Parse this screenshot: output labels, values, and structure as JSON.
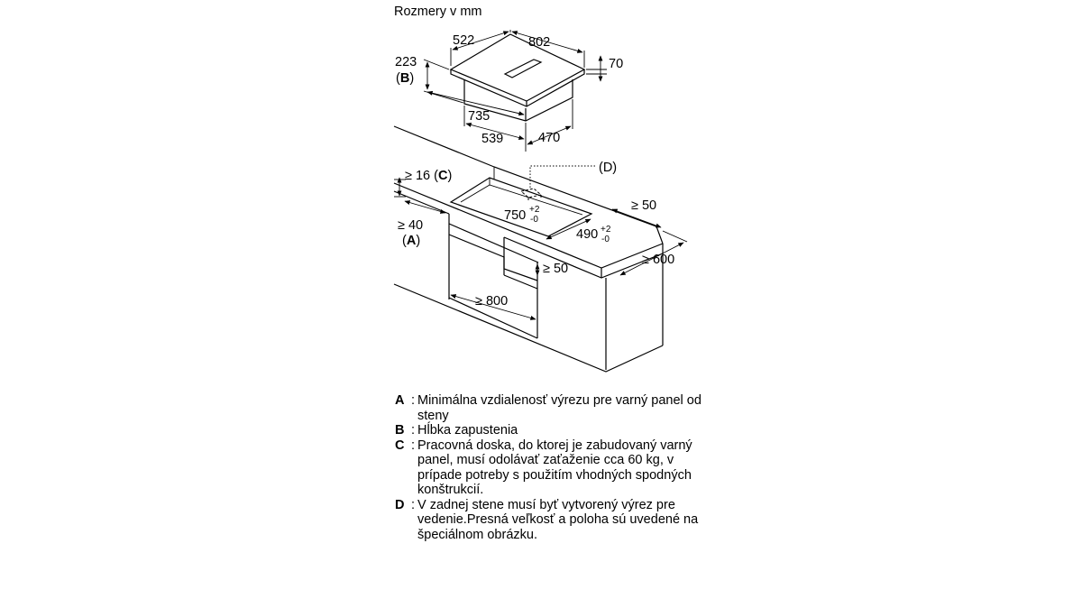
{
  "diagram": {
    "title": "Rozmery v mm",
    "hob": {
      "width": "802",
      "depth": "522",
      "height": "70",
      "recess": "223",
      "recess_ref": "B",
      "body_width": "735",
      "body_depth_front": "539",
      "body_depth_side": "470"
    },
    "cutout": {
      "worktop_thickness": "≥ 16",
      "worktop_ref": "C",
      "wall_distance": "≥ 40",
      "wall_ref": "A",
      "wall_cutout_ref": "(D)",
      "width": "750",
      "width_tol_plus": "+2",
      "width_tol_minus": "-0",
      "depth": "490",
      "depth_tol_plus": "+2",
      "depth_tol_minus": "-0",
      "rear_distance": "≥ 50",
      "cabinet_rear_distance": "≥ 50",
      "worktop_depth": "≥ 600",
      "cabinet_width": "≥ 800"
    }
  },
  "legend": [
    {
      "key": "A",
      "text": "Minimálna vzdialenosť výrezu pre varný panel od steny"
    },
    {
      "key": "B",
      "text": "Hĺbka zapustenia"
    },
    {
      "key": "C",
      "text": "Pracovná doska, do ktorej je zabudovaný varný panel, musí odolávať zaťaženie cca 60 kg, v prípade potreby s použitím vhodných spodných konštrukcií."
    },
    {
      "key": "D",
      "text": "V zadnej stene musí byť vytvorený výrez pre vedenie.Presná veľkosť a poloha sú uvedené na špeciálnom obrázku."
    }
  ]
}
